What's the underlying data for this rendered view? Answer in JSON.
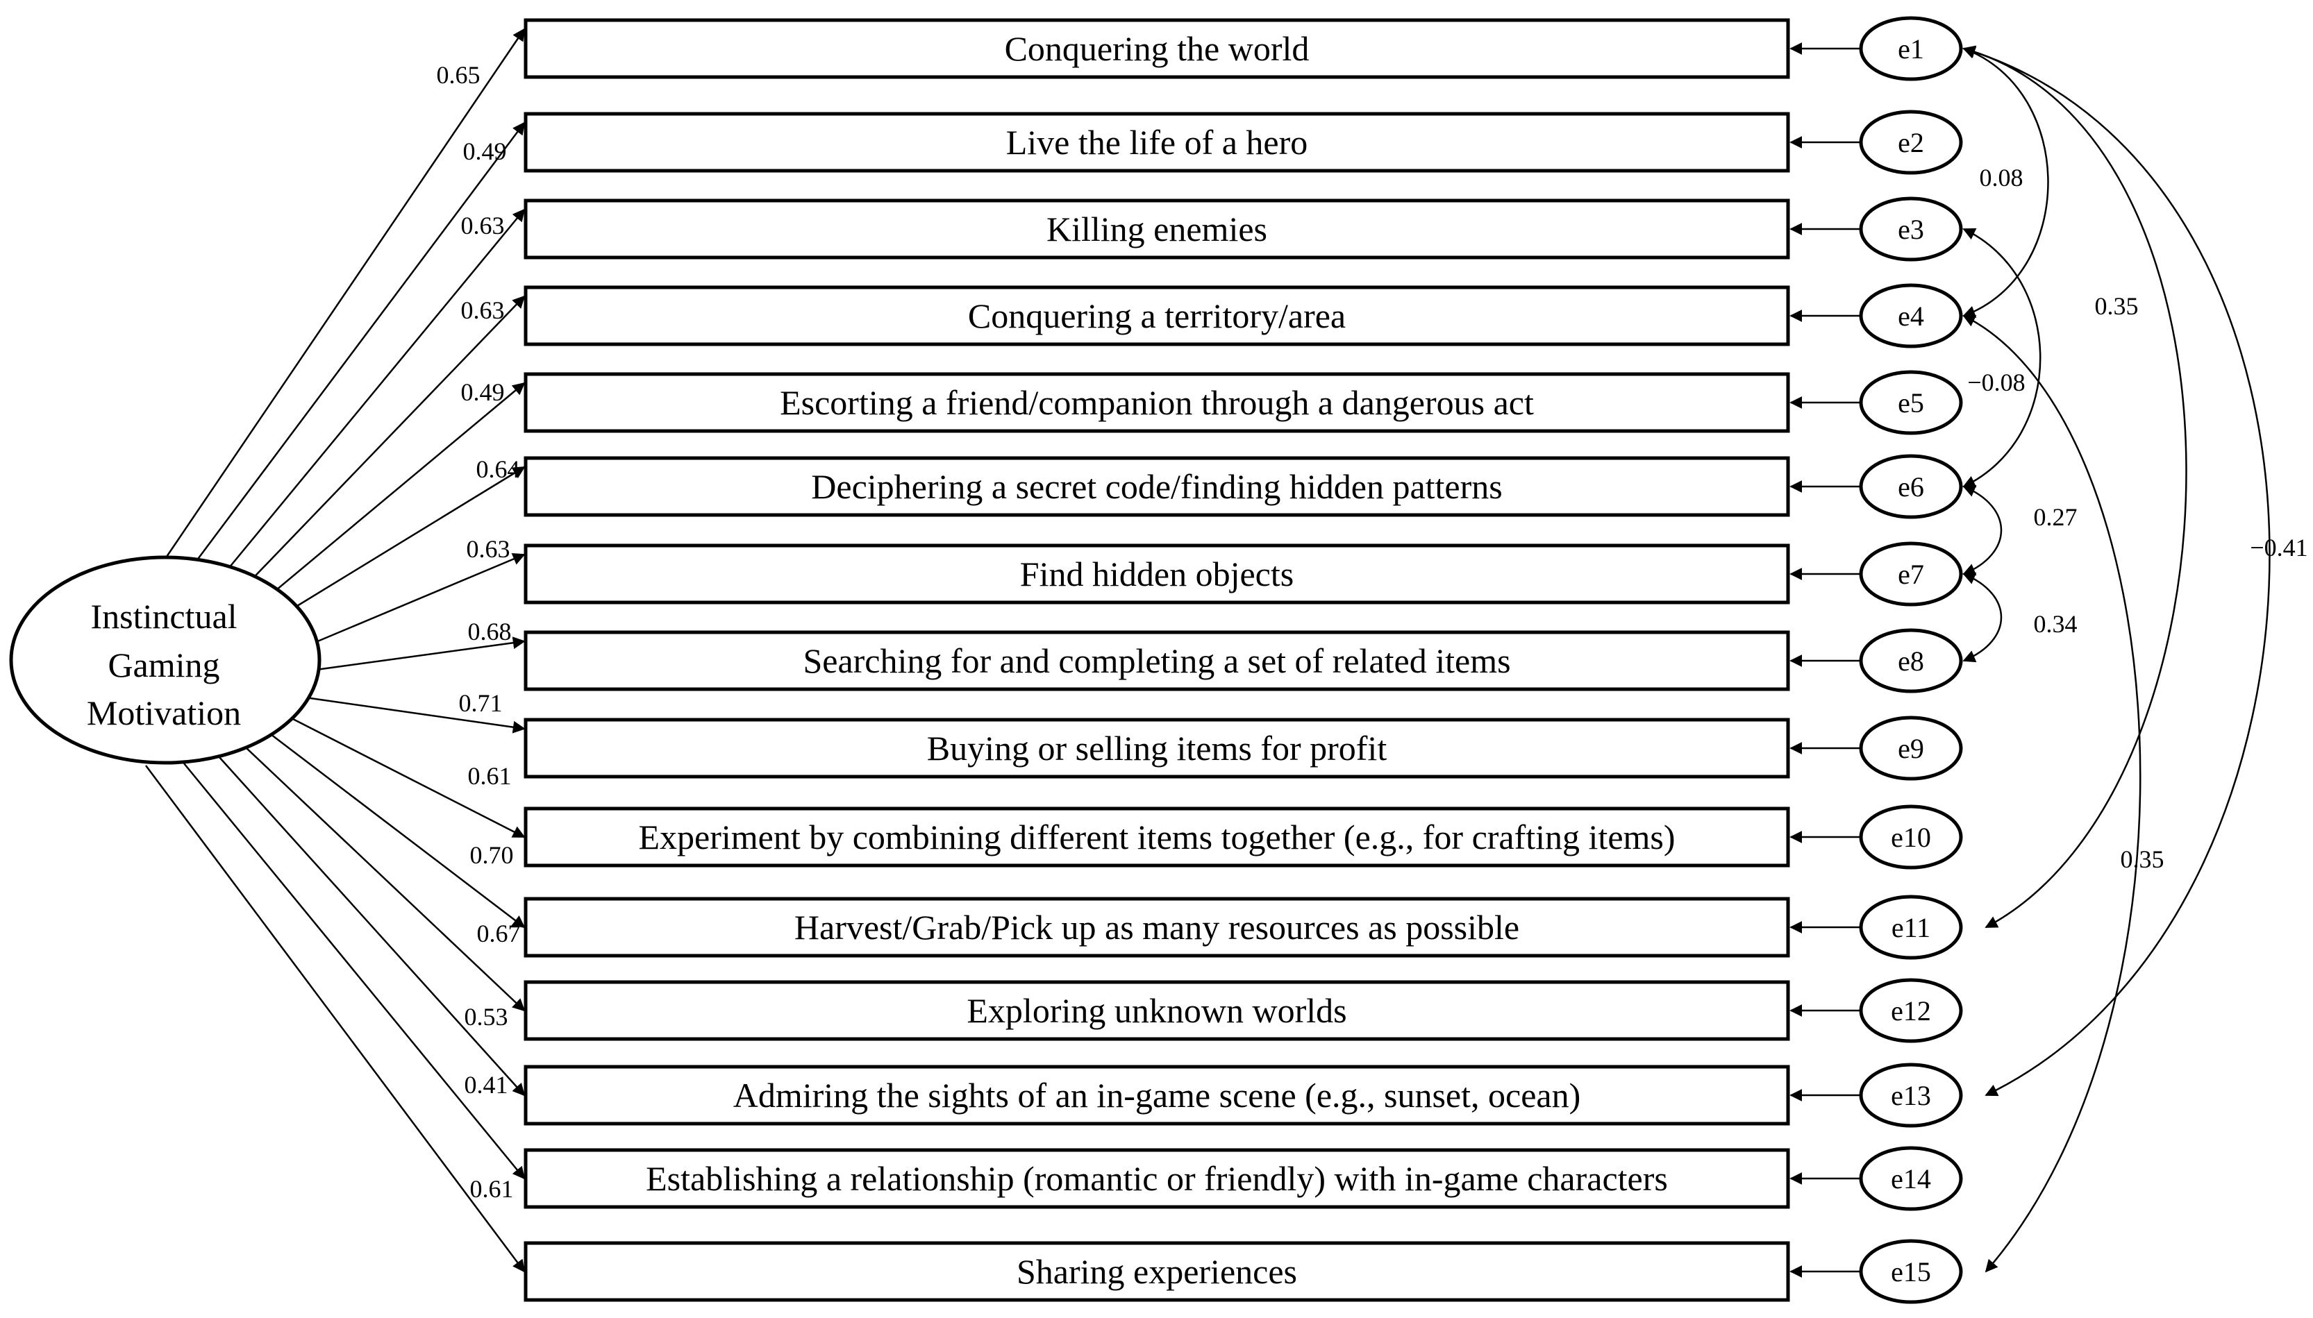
{
  "latent": {
    "lines": [
      "Instinctual",
      "Gaming",
      "Motivation"
    ]
  },
  "items": [
    {
      "label": "Conquering the world",
      "loading": "0.65",
      "error": "e1"
    },
    {
      "label": "Live the life of a hero",
      "loading": "0.49",
      "error": "e2"
    },
    {
      "label": "Killing enemies",
      "loading": "0.63",
      "error": "e3"
    },
    {
      "label": "Conquering a territory/area",
      "loading": "0.63",
      "error": "e4"
    },
    {
      "label": "Escorting a friend/companion through a dangerous act",
      "loading": "0.49",
      "error": "e5"
    },
    {
      "label": "Deciphering a secret code/finding hidden patterns",
      "loading": "0.64",
      "error": "e6"
    },
    {
      "label": "Find hidden objects",
      "loading": "0.63",
      "error": "e7"
    },
    {
      "label": "Searching for and completing a set of related items",
      "loading": "0.68",
      "error": "e8"
    },
    {
      "label": "Buying or selling items for profit",
      "loading": "0.71",
      "error": "e9"
    },
    {
      "label": "Experiment by combining different items together (e.g., for crafting items)",
      "loading": "0.61",
      "error": "e10"
    },
    {
      "label": "Harvest/Grab/Pick up as many resources as possible",
      "loading": "0.70",
      "error": "e11"
    },
    {
      "label": "Exploring unknown worlds",
      "loading": "0.67",
      "error": "e12"
    },
    {
      "label": "Admiring the sights of an in-game scene (e.g., sunset, ocean)",
      "loading": "0.53",
      "error": "e13"
    },
    {
      "label": "Establishing a relationship (romantic or friendly) with in-game characters",
      "loading": "0.41",
      "error": "e14"
    },
    {
      "label": "Sharing experiences",
      "loading": "0.61",
      "error": "e15"
    }
  ],
  "correlations": [
    {
      "from": "e1",
      "to": "e4",
      "value": "0.08"
    },
    {
      "from": "e1",
      "to": "e11",
      "value": "0.35"
    },
    {
      "from": "e1",
      "to": "e13",
      "value": "−0.41"
    },
    {
      "from": "e3",
      "to": "e6",
      "value": "−0.08"
    },
    {
      "from": "e4",
      "to": "e15",
      "value": "0.35"
    },
    {
      "from": "e6",
      "to": "e7",
      "value": "0.27"
    },
    {
      "from": "e7",
      "to": "e8",
      "value": "0.34"
    }
  ],
  "colors": {
    "stroke": "#000000",
    "background": "#ffffff"
  }
}
